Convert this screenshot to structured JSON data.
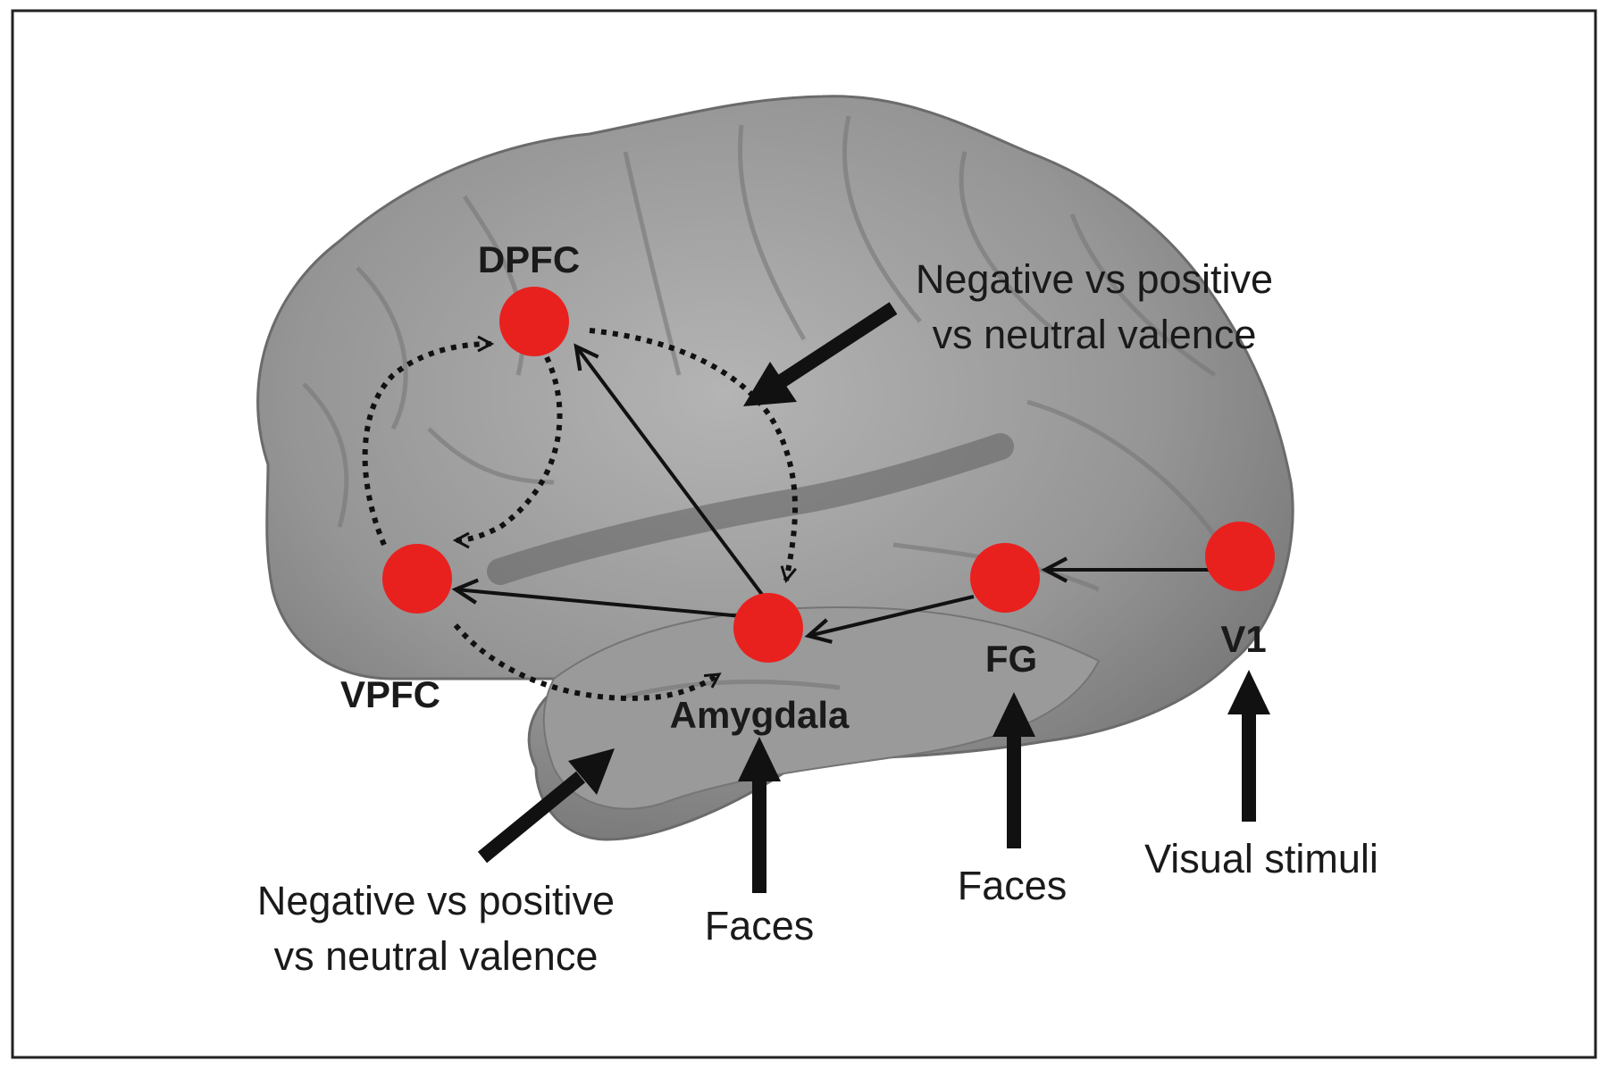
{
  "figure": {
    "regions": {
      "dpfc": "DPFC",
      "vpfc": "VPFC",
      "amygdala": "Amygdala",
      "fg": "FG",
      "v1": "V1"
    },
    "inputs": {
      "valence_top": [
        "Negative vs positive",
        "vs neutral valence"
      ],
      "valence_bottom": [
        "Negative vs positive",
        "vs neutral valence"
      ],
      "faces_amygdala": "Faces",
      "faces_fg": "Faces",
      "visual_stimuli": "Visual stimuli"
    },
    "colors": {
      "node": "#e8211f",
      "brain": "#8e8e8e",
      "arrow": "#111111",
      "frame": "#222222"
    }
  }
}
